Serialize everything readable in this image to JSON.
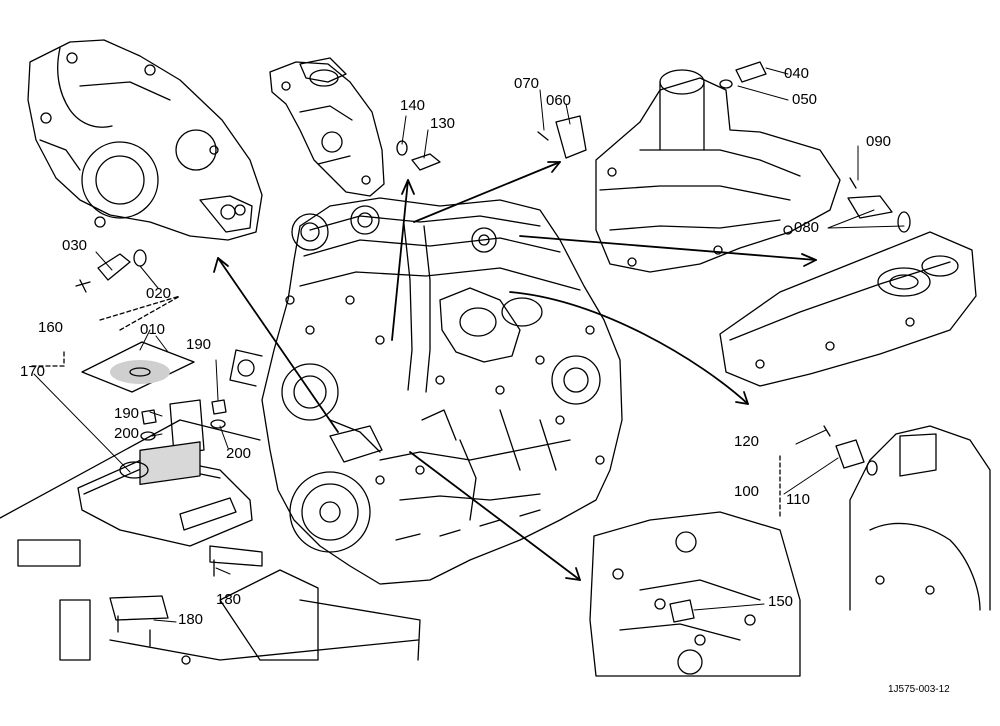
{
  "figure_code": "1J575-003-12",
  "part_numbers": {
    "p010": "010",
    "p020": "020",
    "p030": "030",
    "p040": "040",
    "p050": "050",
    "p060": "060",
    "p070": "070",
    "p080": "080",
    "p090": "090",
    "p100": "100",
    "p110": "110",
    "p120": "120",
    "p130": "130",
    "p140": "140",
    "p150": "150",
    "p160": "160",
    "p170": "170",
    "p180a": "180",
    "p180b": "180",
    "p190a": "190",
    "p190b": "190",
    "p200a": "200",
    "p200b": "200"
  }
}
